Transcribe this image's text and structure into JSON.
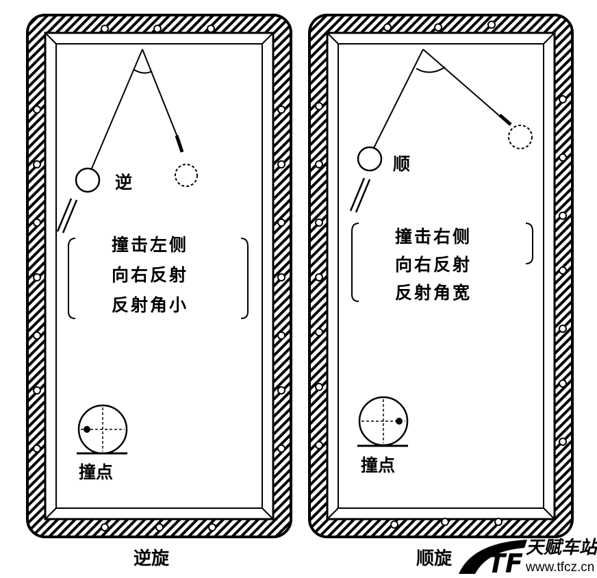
{
  "left_table": {
    "ball_label": "逆",
    "notes": [
      "撞击左侧",
      "向右反射",
      "反射角小"
    ],
    "hit_point_label": "撞点",
    "caption": "逆旋"
  },
  "right_table": {
    "ball_label": "顺",
    "notes": [
      "撞击右侧",
      "向右反射",
      "反射角宽"
    ],
    "hit_point_label": "撞点",
    "caption": "顺旋"
  },
  "watermark": {
    "logo": "TF",
    "name": "天赋车站",
    "url": "www.tfcz.cn"
  }
}
